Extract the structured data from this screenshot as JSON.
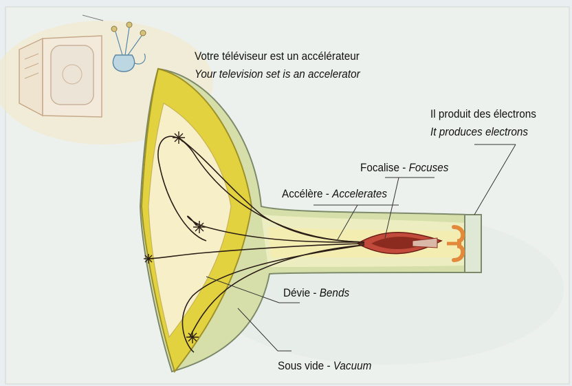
{
  "labels": {
    "title_fr": "Votre téléviseur est un accélérateur",
    "title_en": "Your television set is an accelerator",
    "produce_fr": "Il produit des électrons",
    "produce_en": "It produces electrons",
    "focus_fr": "Focalise - ",
    "focus_en": "Focuses",
    "accel_fr": "Accélère - ",
    "accel_en": "Accelerates",
    "bend_fr": "Dévie - ",
    "bend_en": "Bends",
    "vacuum_fr": "Sous vide - ",
    "vacuum_en": "Vacuum"
  },
  "colors": {
    "background": "#e9eef0",
    "tube_glass": "#d6dfa9",
    "screen_yellow": "#e3d23a",
    "tube_highlight": "#f4ecb0",
    "beam": "#8b2a1f",
    "cathode": "#e38a3a"
  },
  "icons": [
    "tv-set-icon",
    "flower-vase-icon",
    "electron-spark-icon"
  ]
}
